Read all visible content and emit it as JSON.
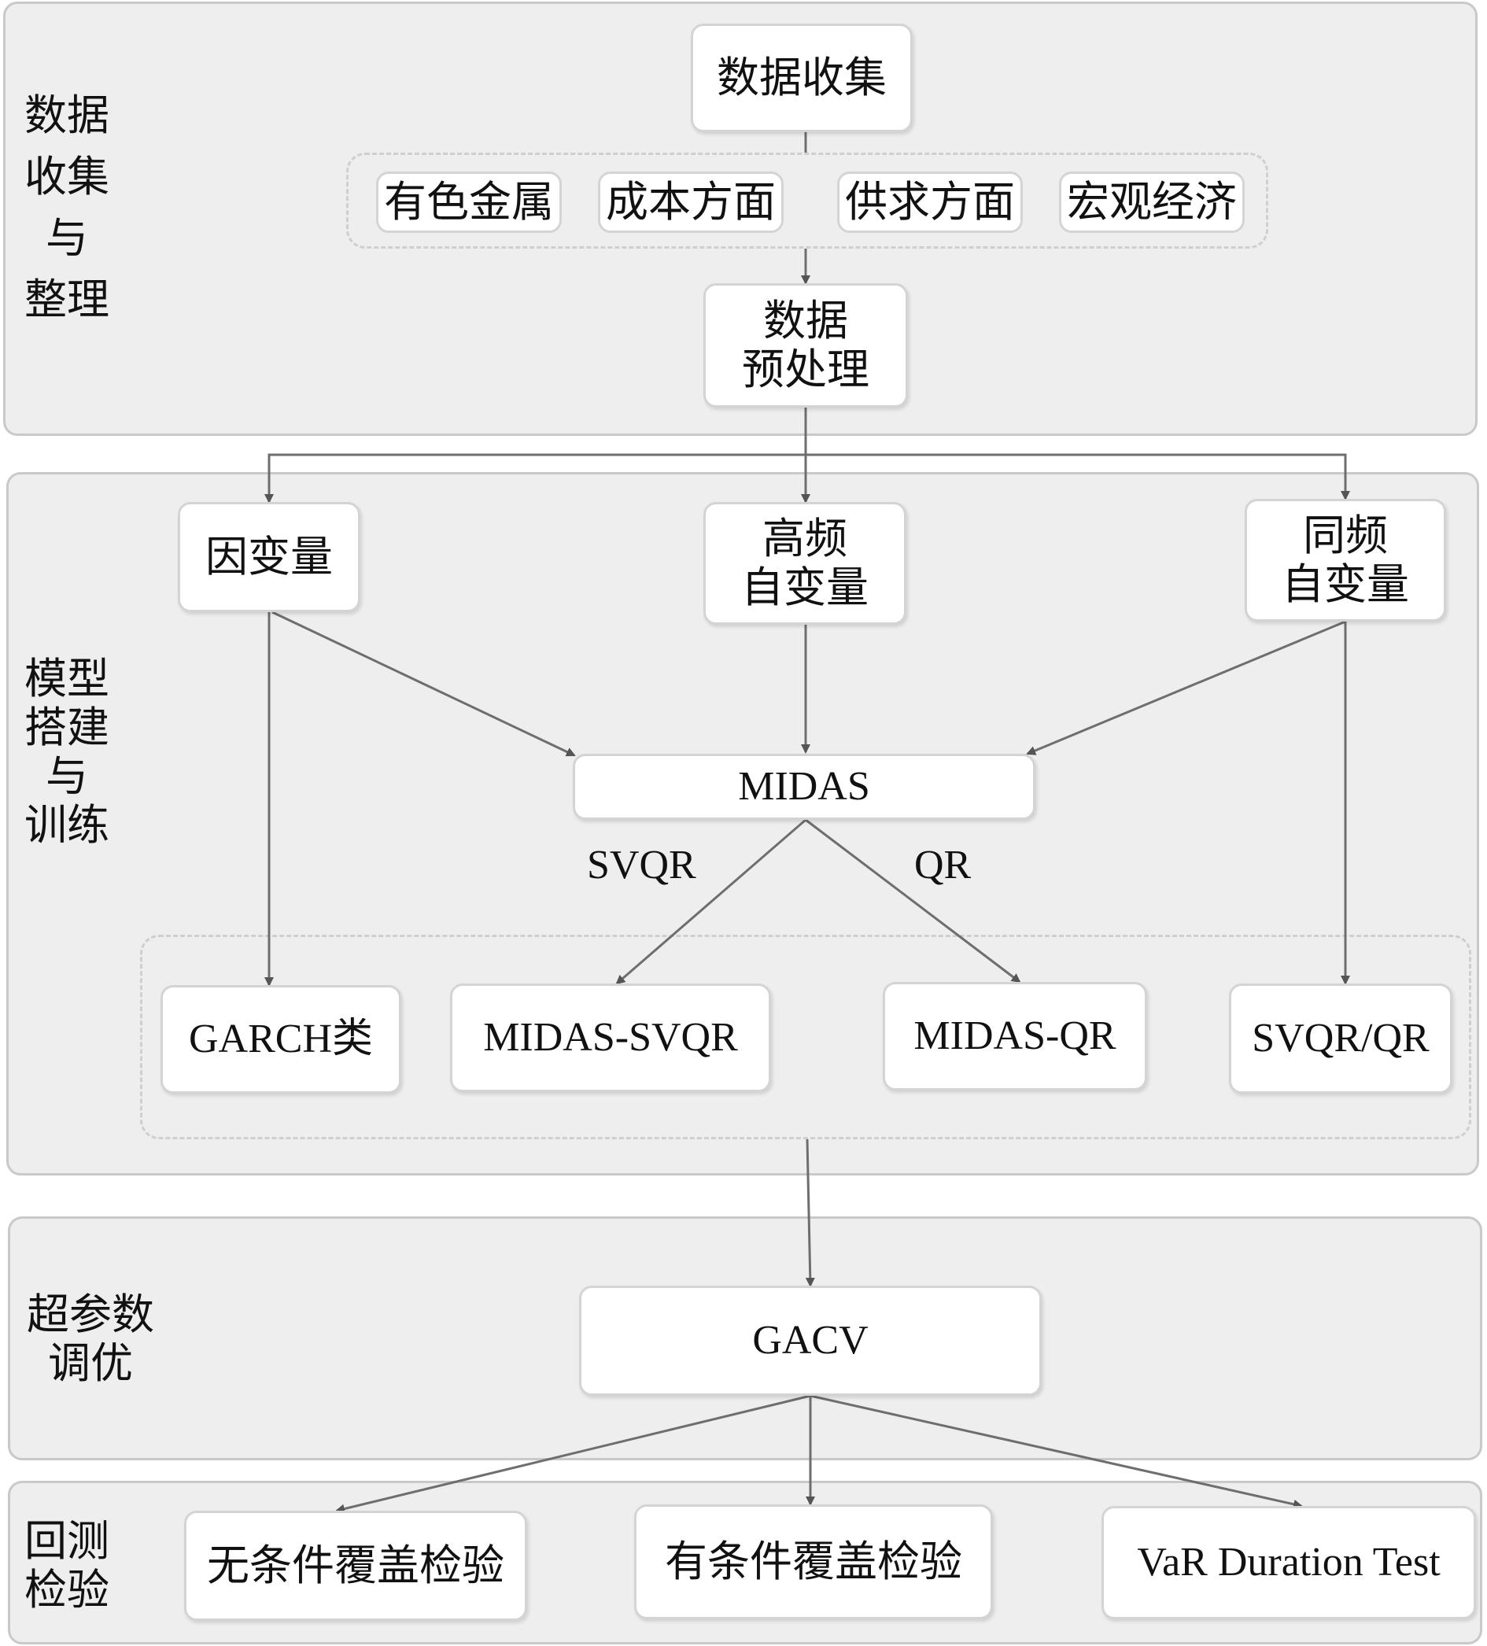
{
  "sections": {
    "collection": "数据\n收集\n与\n整理",
    "modeling": "模型\n搭建\n与\n训练",
    "tuning": "超参数\n调优",
    "backtest": "回测\n检验"
  },
  "nodes": {
    "data_collection": "数据收集",
    "nonferrous_metals": "有色金属",
    "cost_side": "成本方面",
    "supply_demand": "供求方面",
    "macro_economy": "宏观经济",
    "preprocessing": "数据\n预处理",
    "dependent_variable": "因变量",
    "high_freq_independent": "高频\n自变量",
    "same_freq_independent": "同频\n自变量",
    "midas": "MIDAS",
    "garch": "GARCH类",
    "midas_svqr": "MIDAS-SVQR",
    "midas_qr": "MIDAS-QR",
    "svqr_qr": "SVQR/QR",
    "gacv": "GACV",
    "unconditional_coverage": "无条件覆盖检验",
    "conditional_coverage": "有条件覆盖检验",
    "var_duration": "VaR Duration Test"
  },
  "edge_labels": {
    "svqr": "SVQR",
    "qr": "QR"
  },
  "colors": {
    "section_fill": "#eeeeee",
    "section_border": "#c9c9c9",
    "node_fill": "#ffffff",
    "edge": "#6e6e6e"
  }
}
